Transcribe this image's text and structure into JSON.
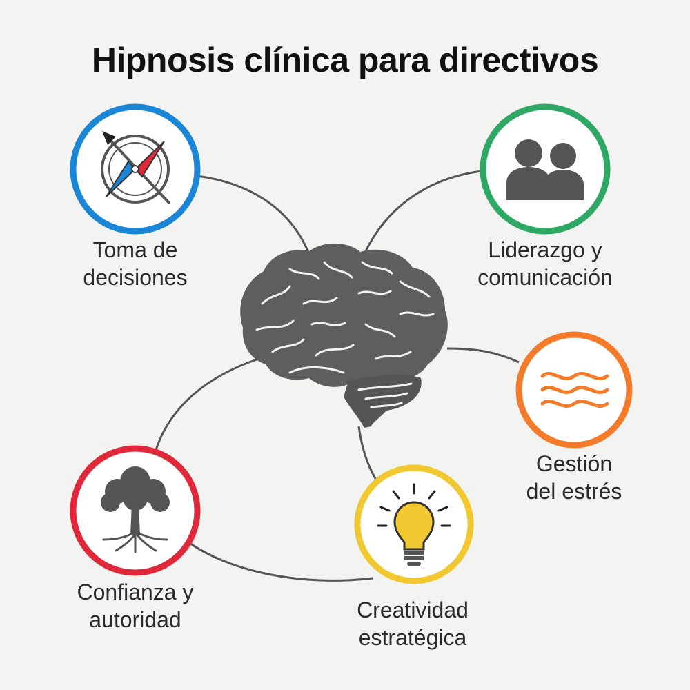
{
  "title": "Hipnosis clínica para directivos",
  "colors": {
    "background": "#f3f3f2",
    "brain": "#5e5e5e",
    "connector": "#555555",
    "blue": "#1c86d6",
    "green": "#2fa866",
    "orange": "#f57a2a",
    "yellow": "#f2c830",
    "red": "#e0283a"
  },
  "nodes": [
    {
      "id": "decisions",
      "icon": "compass-icon",
      "color": "blue",
      "label_lines": [
        "Toma de",
        "decisiones"
      ]
    },
    {
      "id": "leadership",
      "icon": "people-icon",
      "color": "green",
      "label_lines": [
        "Liderazgo y",
        "comunicación"
      ]
    },
    {
      "id": "stress",
      "icon": "waves-icon",
      "color": "orange",
      "label_lines": [
        "Gestión",
        "del estrés"
      ]
    },
    {
      "id": "creativity",
      "icon": "lightbulb-icon",
      "color": "yellow",
      "label_lines": [
        "Creatividad",
        "estratégica"
      ]
    },
    {
      "id": "confidence",
      "icon": "tree-icon",
      "color": "red",
      "label_lines": [
        "Confianza y",
        "autoridad"
      ]
    }
  ]
}
